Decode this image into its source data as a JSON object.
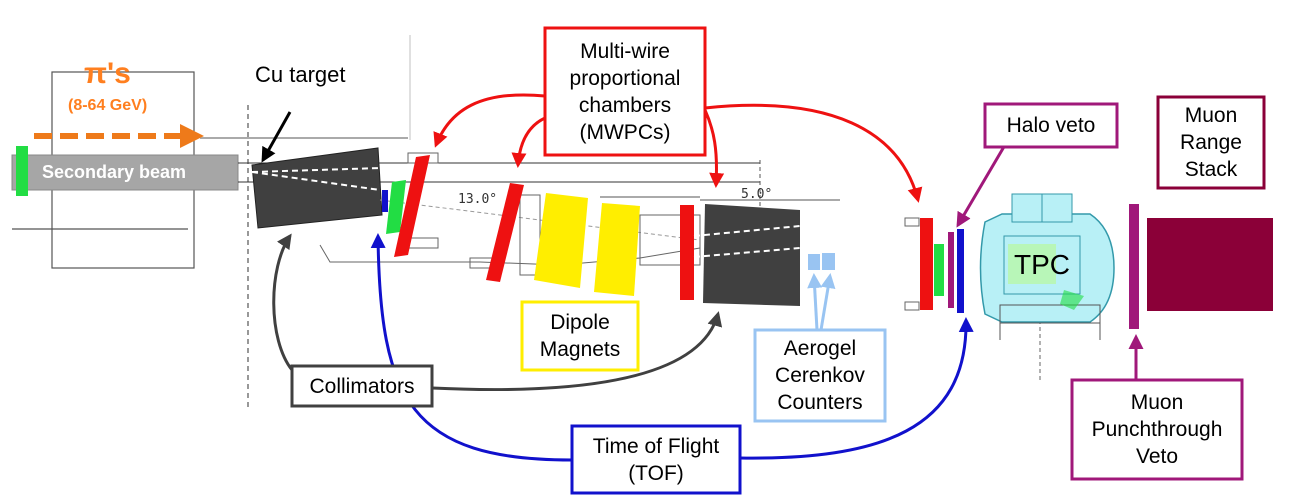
{
  "beam": {
    "particle": "π's",
    "energy_range": "(8-64 GeV)",
    "secondary_beam_label": "Secondary beam"
  },
  "target": {
    "label": "Cu target"
  },
  "angles": {
    "first": "13.0°",
    "second": "5.0°"
  },
  "detector": {
    "tpc_label": "TPC"
  },
  "labels": {
    "mwpc": [
      "Multi-wire",
      "proportional",
      "chambers",
      "(MWPCs)"
    ],
    "halo_veto": [
      "Halo veto"
    ],
    "muon_range_stack": [
      "Muon",
      "Range",
      "Stack"
    ],
    "dipole_magnets": [
      "Dipole",
      "Magnets"
    ],
    "aerogel": [
      "Aerogel",
      "Cerenkov",
      "Counters"
    ],
    "collimators": [
      "Collimators"
    ],
    "tof": [
      "Time of Flight",
      "(TOF)"
    ],
    "muon_punchthrough": [
      "Muon",
      "Punchthrough",
      "Veto"
    ]
  },
  "colors": {
    "mwpc": "#ee1111",
    "tof": "#1111cc",
    "collimator": "#404040",
    "magnet": "#ffee00",
    "aerogel": "#99c4f2",
    "halo": "#a0187a",
    "muon_stack": "#8b0038",
    "beam_arrow": "#ee7a1a",
    "green_counter": "#22dd44"
  }
}
